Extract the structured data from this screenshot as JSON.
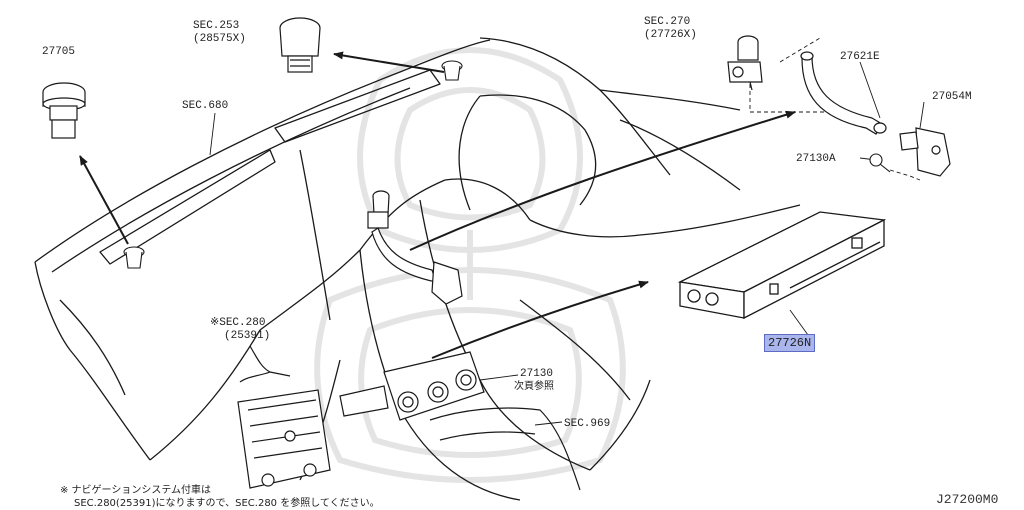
{
  "diagram": {
    "labels": {
      "p27705": "27705",
      "sec253": "SEC.253",
      "sec253_sub": "(28575X)",
      "sec680": "SEC.680",
      "sec270": "SEC.270",
      "sec270_sub": "(27726X)",
      "p27621e": "27621E",
      "p27054m": "27054M",
      "p27130a": "27130A",
      "p27726n": "27726N",
      "sec280": "※SEC.280",
      "sec280_sub": "(25391)",
      "p27130": "27130",
      "p27130_note": "次頁参照",
      "sec969": "SEC.969"
    },
    "footnote": {
      "line1": "※ ナビゲーションシステム付車は",
      "line2": "SEC.280(25391)になりますので、SEC.280 を参照してください。"
    },
    "diagram_code": "J27200M0",
    "colors": {
      "line": "#1a1a1a",
      "highlight": "#a9b5ec",
      "watermark": "#d4d4d4"
    }
  }
}
